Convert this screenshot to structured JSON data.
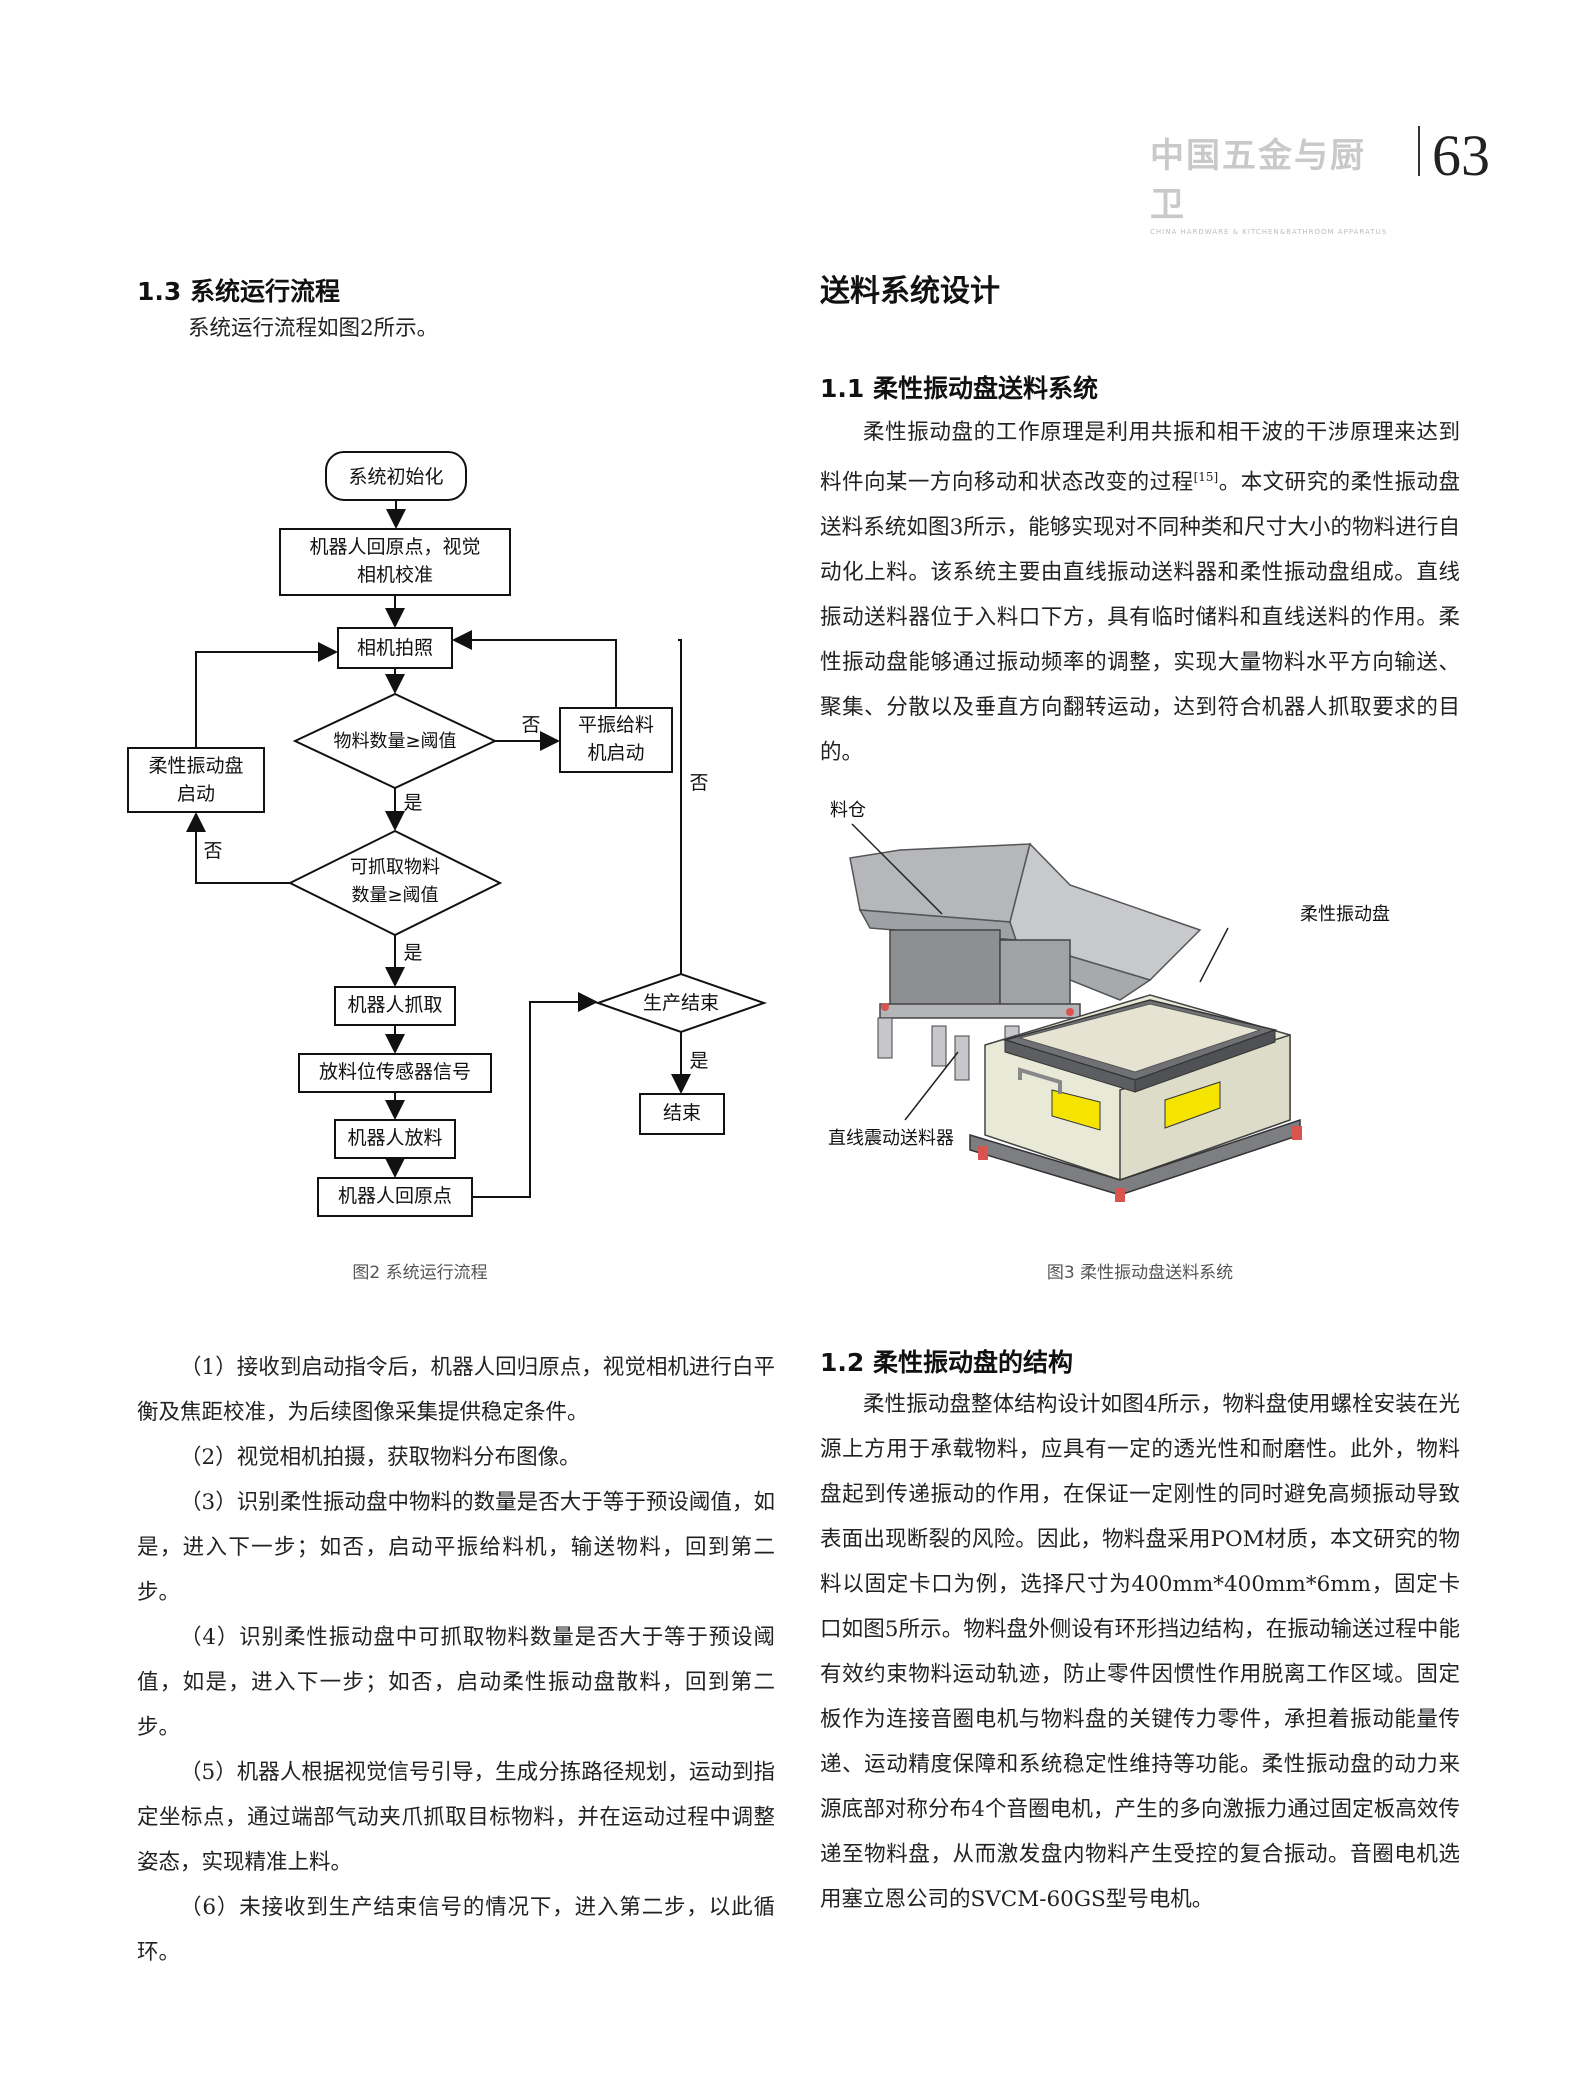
{
  "header": {
    "magazine_name": "中国五金与厨卫",
    "magazine_subtitle": "CHINA HARDWARE & KITCHEN&BATHROOM APPARATUS",
    "page_number": "63"
  },
  "left": {
    "section_title": "1.3 系统运行流程",
    "intro": "系统运行流程如图2所示。",
    "figure2_caption": "图2 系统运行流程",
    "flowchart": {
      "init": "系统初始化",
      "robot_home_line1": "机器人回原点，视觉",
      "robot_home_line2": "相机校准",
      "camera_shot": "相机拍照",
      "qty_check": "物料数量≥阈值",
      "no1": "否",
      "flat_feeder_line1": "平振给料",
      "flat_feeder_line2": "机启动",
      "flex_start_line1": "柔性振动盘",
      "flex_start_line2": "启动",
      "yes1": "是",
      "no2": "否",
      "grab_check_line1": "可抓取物料",
      "grab_check_line2": "数量≥阈值",
      "yes2": "是",
      "robot_grab": "机器人抓取",
      "sensor_signal": "放料位传感器信号",
      "robot_place": "机器人放料",
      "robot_return": "机器人回原点",
      "prod_end": "生产结束",
      "no3": "否",
      "yes3": "是",
      "end": "结束"
    },
    "steps": [
      "（1）接收到启动指令后，机器人回归原点，视觉相机进行白平衡及焦距校准，为后续图像采集提供稳定条件。",
      "（2）视觉相机拍摄，获取物料分布图像。",
      "（3）识别柔性振动盘中物料的数量是否大于等于预设阈值，如是，进入下一步；如否，启动平振给料机，输送物料，回到第二步。",
      "（4）识别柔性振动盘中可抓取物料数量是否大于等于预设阈值，如是，进入下一步；如否，启动柔性振动盘散料，回到第二步。",
      "（5）机器人根据视觉信号引导，生成分拣路径规划，运动到指定坐标点，通过端部气动夹爪抓取目标物料，并在运动过程中调整姿态，实现精准上料。",
      "（6）未接收到生产结束信号的情况下，进入第二步，以此循环。"
    ]
  },
  "right": {
    "main_title": "送料系统设计",
    "sub1_title": "1.1  柔性振动盘送料系统",
    "sub1_text_a": "柔性振动盘的工作原理是利用共振和相干波的干涉原理来达到料件向某一方向移动和状态改变的过程",
    "sub1_ref": "[15]",
    "sub1_text_b": "。本文研究的柔性振动盘送料系统如图3所示，能够实现对不同种类和尺寸大小的物料进行自动化上料。该系统主要由直线振动送料器和柔性振动盘组成。直线振动送料器位于入料口下方，具有临时储料和直线送料的作用。柔性振动盘能够通过振动频率的调整，实现大量物料水平方向输送、聚集、分散以及垂直方向翻转运动，达到符合机器人抓取要求的目的。",
    "figure3": {
      "label_hopper": "料仓",
      "label_flex_disk": "柔性振动盘",
      "label_linear_feeder": "直线震动送料器",
      "caption": "图3 柔性振动盘送料系统"
    },
    "sub2_title": "1.2 柔性振动盘的结构",
    "sub2_text": "柔性振动盘整体结构设计如图4所示，物料盘使用螺栓安装在光源上方用于承载物料，应具有一定的透光性和耐磨性。此外，物料盘起到传递振动的作用，在保证一定刚性的同时避免高频振动导致表面出现断裂的风险。因此，物料盘采用POM材质，本文研究的物料以固定卡口为例，选择尺寸为400mm*400mm*6mm，固定卡口如图5所示。物料盘外侧设有环形挡边结构，在振动输送过程中能有效约束物料运动轨迹，防止零件因惯性作用脱离工作区域。固定板作为连接音圈电机与物料盘的关键传力零件，承担着振动能量传递、运动精度保障和系统稳定性维持等功能。柔性振动盘的动力来源底部对称分布4个音圈电机，产生的多向激振力通过固定板高效传递至物料盘，从而激发盘内物料产生受控的复合振动。音圈电机选用塞立恩公司的SVCM-60GS型号电机。"
  }
}
